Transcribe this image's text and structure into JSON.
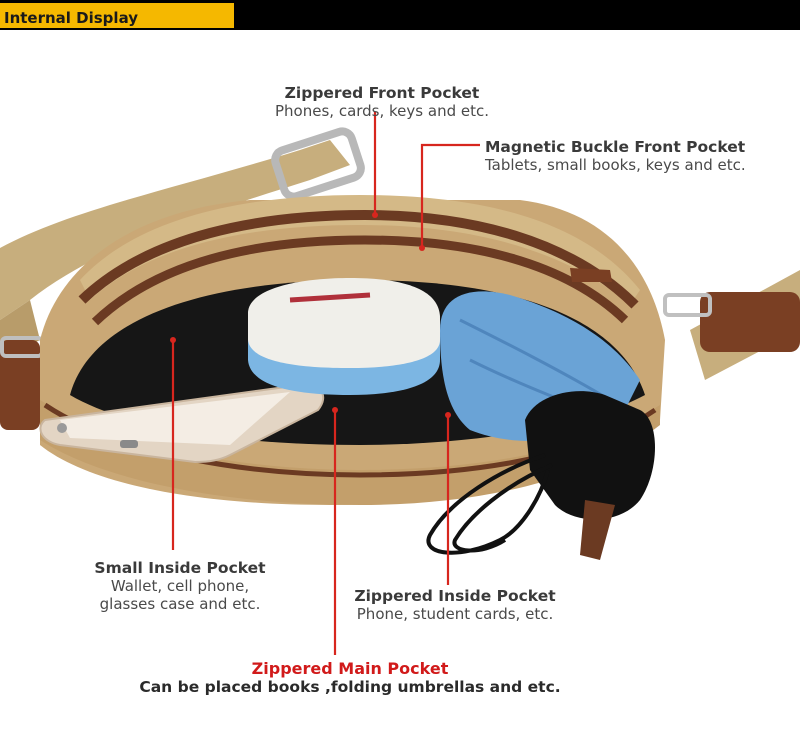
{
  "header": {
    "title": "Internal Display"
  },
  "colors": {
    "header_accent": "#f5b800",
    "line_red": "#d7261e",
    "main_title_red": "#d11a1a"
  },
  "callouts": {
    "front": {
      "title": "Zippered Front Pocket",
      "desc": "Phones, cards, keys and etc."
    },
    "magnetic": {
      "title": "Magnetic Buckle Front Pocket",
      "desc": "Tablets, small books, keys and etc."
    },
    "small_inside": {
      "title": "Small Inside Pocket",
      "desc1": "Wallet, cell phone,",
      "desc2": "glasses case and etc."
    },
    "zippered_inside": {
      "title": "Zippered Inside Pocket",
      "desc": "Phone, student cards, etc."
    },
    "main": {
      "title": "Zippered Main Pocket",
      "desc": "Can be placed books ,folding umbrellas and etc."
    }
  }
}
